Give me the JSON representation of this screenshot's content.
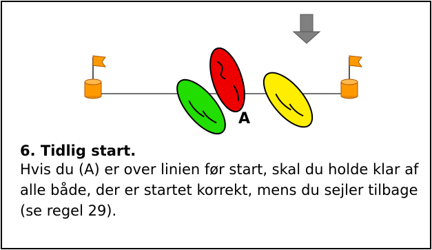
{
  "rule": {
    "title": "6. Tidlig start.",
    "body": "Hvis du (A) er over linien før start, skal du holde klar af alle både, der er startet korrekt, mens du sejler tilbage (se regel 29)."
  },
  "diagram": {
    "boat_label": "A",
    "boats": [
      {
        "name": "green",
        "color": "#22dd00"
      },
      {
        "name": "red",
        "color": "#ee0000"
      },
      {
        "name": "yellow",
        "color": "#ffee00"
      }
    ],
    "mark_color": "#ff9900",
    "wind_arrow_color": "#808080"
  }
}
